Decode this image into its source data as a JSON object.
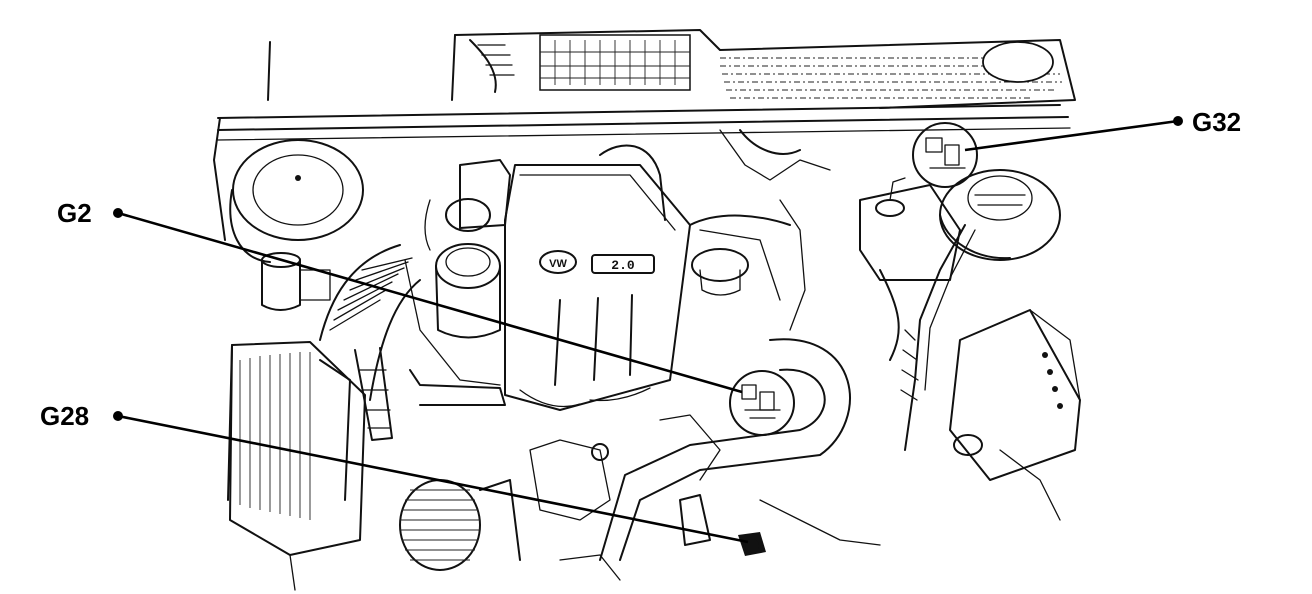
{
  "callouts": [
    {
      "id": "G2",
      "label": "G2"
    },
    {
      "id": "G28",
      "label": "G28"
    },
    {
      "id": "G32",
      "label": "G32"
    }
  ],
  "logo": {
    "badge": "VW",
    "plate": "2.0"
  }
}
